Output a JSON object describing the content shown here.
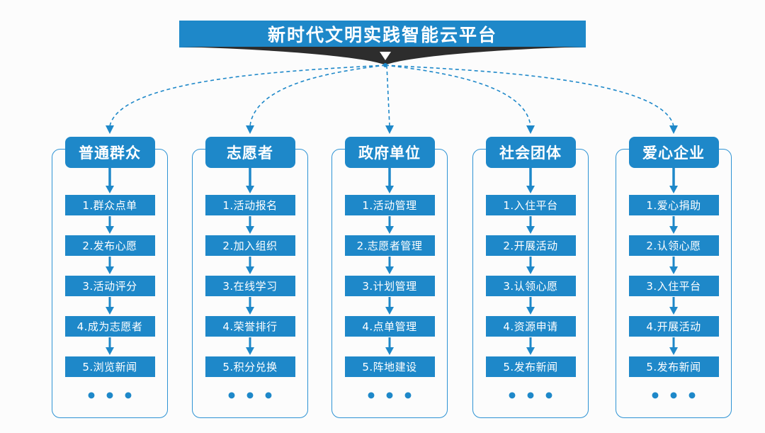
{
  "title": "新时代文明实践智能云平台",
  "columns": [
    {
      "header": "普通群众",
      "steps": [
        "1.群众点单",
        "2.发布心愿",
        "3.活动评分",
        "4.成为志愿者",
        "5.浏览新闻"
      ],
      "ellipsis": "•••"
    },
    {
      "header": "志愿者",
      "steps": [
        "1.活动报名",
        "2.加入组织",
        "3.在线学习",
        "4.荣誉排行",
        "5.积分兑换"
      ],
      "ellipsis": "•••"
    },
    {
      "header": "政府单位",
      "steps": [
        "1.活动管理",
        "2.志愿者管理",
        "3.计划管理",
        "4.点单管理",
        "5.阵地建设"
      ],
      "ellipsis": "•••"
    },
    {
      "header": "社会团体",
      "steps": [
        "1.入住平台",
        "2.开展活动",
        "3.认领心愿",
        "4.资源申请",
        "5.发布新闻"
      ],
      "ellipsis": "•••"
    },
    {
      "header": "爱心企业",
      "steps": [
        "1.爱心捐助",
        "2.认领心愿",
        "3.入住平台",
        "4.开展活动",
        "5.发布新闻"
      ],
      "ellipsis": "•••"
    }
  ],
  "colors": {
    "primary_blue": "#1e88c9",
    "outline_blue": "#2e93d4",
    "funnel_dark": "#2d2d2d",
    "text_on_blue": "#ffffff",
    "background": "#fcfcfc"
  }
}
